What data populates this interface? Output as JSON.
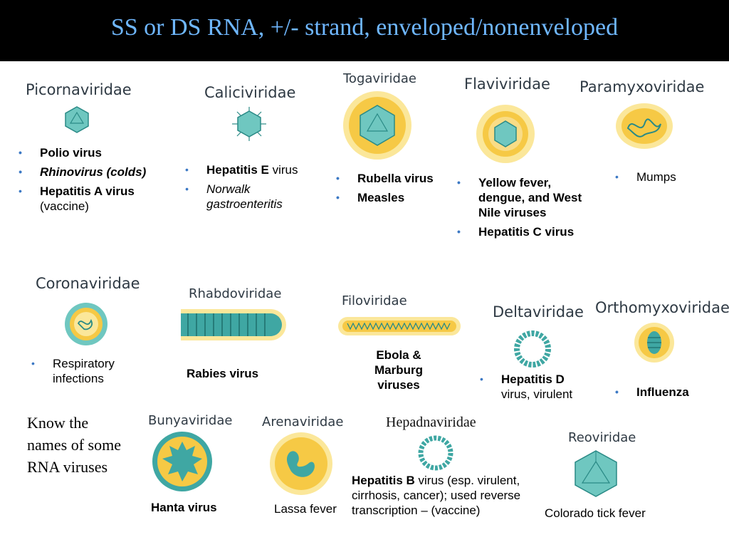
{
  "title": "SS or DS RNA, +/- strand, enveloped/nonenveloped",
  "families": {
    "picorna": {
      "name": "Picornaviridae",
      "items": [
        {
          "bold": "Polio virus",
          "rest": ""
        },
        {
          "bold": "Rhinovirus (colds)",
          "rest": ""
        },
        {
          "bold": "Hepatitis A virus",
          "rest": "(vaccine)"
        }
      ]
    },
    "calici": {
      "name": "Caliciviridae",
      "items": [
        {
          "bold": "Hepatitis E",
          "rest": " virus"
        },
        {
          "bold": "",
          "rest": "Norwalk gastroenteritis"
        }
      ]
    },
    "toga": {
      "name": "Togaviridae",
      "items": [
        {
          "bold": "Rubella virus"
        },
        {
          "bold": "Measles"
        }
      ]
    },
    "flavi": {
      "name": "Flaviviridae",
      "items": [
        {
          "bold": "Yellow fever, dengue, and West Nile viruses"
        },
        {
          "bold": "Hepatitis C virus"
        }
      ]
    },
    "paramyxo": {
      "name": "Paramyxoviridae",
      "items": [
        {
          "text": "Mumps"
        }
      ]
    },
    "corona": {
      "name": "Coronaviridae",
      "items": [
        {
          "text": "Respiratory infections"
        }
      ]
    },
    "rhabdo": {
      "name": "Rhabdoviridae",
      "label": "Rabies virus"
    },
    "filo": {
      "name": "Filoviridae",
      "label": "Ebola & Marburg viruses"
    },
    "delta": {
      "name": "Deltaviridae",
      "items": [
        {
          "bold": "Hepatitis D",
          "rest": "virus, virulent"
        }
      ]
    },
    "orthomyxo": {
      "name": "Orthomyxoviridae",
      "items": [
        {
          "bold": "Influenza"
        }
      ]
    },
    "bunya": {
      "name": "Bunyaviridae",
      "label": "Hanta virus"
    },
    "arena": {
      "name": "Arenaviridae",
      "label": "Lassa fever"
    },
    "hepadna": {
      "name": "Hepadnaviridae",
      "label_bold": "Hepatitis B",
      "label_rest": " virus (esp. virulent, cirrhosis, cancer); used reverse transcription – (vaccine)"
    },
    "reo": {
      "name": "Reoviridae",
      "label": "Colorado tick fever"
    }
  },
  "note": "Know the names of some RNA viruses",
  "colors": {
    "teal": "#3fa7a3",
    "yellow": "#f6c945",
    "header_bg": "#000000",
    "title_text": "#6fb7ff",
    "bullet": "#3b78c4"
  }
}
